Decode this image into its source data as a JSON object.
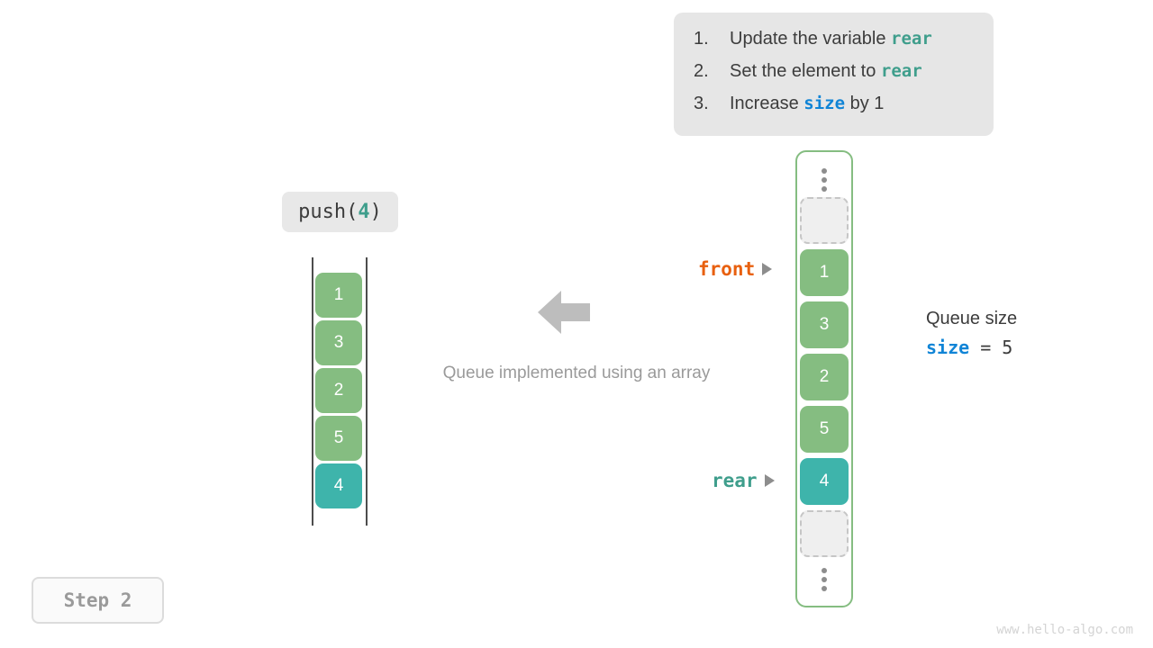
{
  "instructions": {
    "items": [
      {
        "num": "1.",
        "pre": "Update the variable ",
        "kw": "rear",
        "kw_type": "rear",
        "post": ""
      },
      {
        "num": "2.",
        "pre": "Set the element to ",
        "kw": "rear",
        "kw_type": "rear",
        "post": ""
      },
      {
        "num": "3.",
        "pre": "Increase ",
        "kw": "size",
        "kw_type": "size",
        "post": " by 1"
      }
    ]
  },
  "operation": {
    "name": "push(",
    "arg": "4",
    "close": ")"
  },
  "left_array": {
    "cells": [
      {
        "value": "1",
        "style": "green"
      },
      {
        "value": "3",
        "style": "green"
      },
      {
        "value": "2",
        "style": "green"
      },
      {
        "value": "5",
        "style": "green"
      },
      {
        "value": "4",
        "style": "teal"
      }
    ]
  },
  "center": {
    "caption": "Queue implemented using an array"
  },
  "right_array": {
    "cells": [
      {
        "value": "",
        "style": "empty"
      },
      {
        "value": "1",
        "style": "green"
      },
      {
        "value": "3",
        "style": "green"
      },
      {
        "value": "2",
        "style": "green"
      },
      {
        "value": "5",
        "style": "green"
      },
      {
        "value": "4",
        "style": "teal"
      },
      {
        "value": "",
        "style": "empty"
      }
    ]
  },
  "pointers": {
    "front": "front",
    "rear": "rear"
  },
  "size_readout": {
    "title": "Queue size",
    "var": "size",
    "operator": " = ",
    "value": "5"
  },
  "step_badge": {
    "label": "Step 2"
  },
  "watermark": {
    "text": "www.hello-algo.com"
  },
  "colors": {
    "green": "#85bd81",
    "teal": "#3eb4ab",
    "front_orange": "#e8600f",
    "rear_teal": "#3f9e8c",
    "size_blue": "#1084d6",
    "panel_gray": "#e6e6e6",
    "caption_gray": "#9a9a9a"
  }
}
